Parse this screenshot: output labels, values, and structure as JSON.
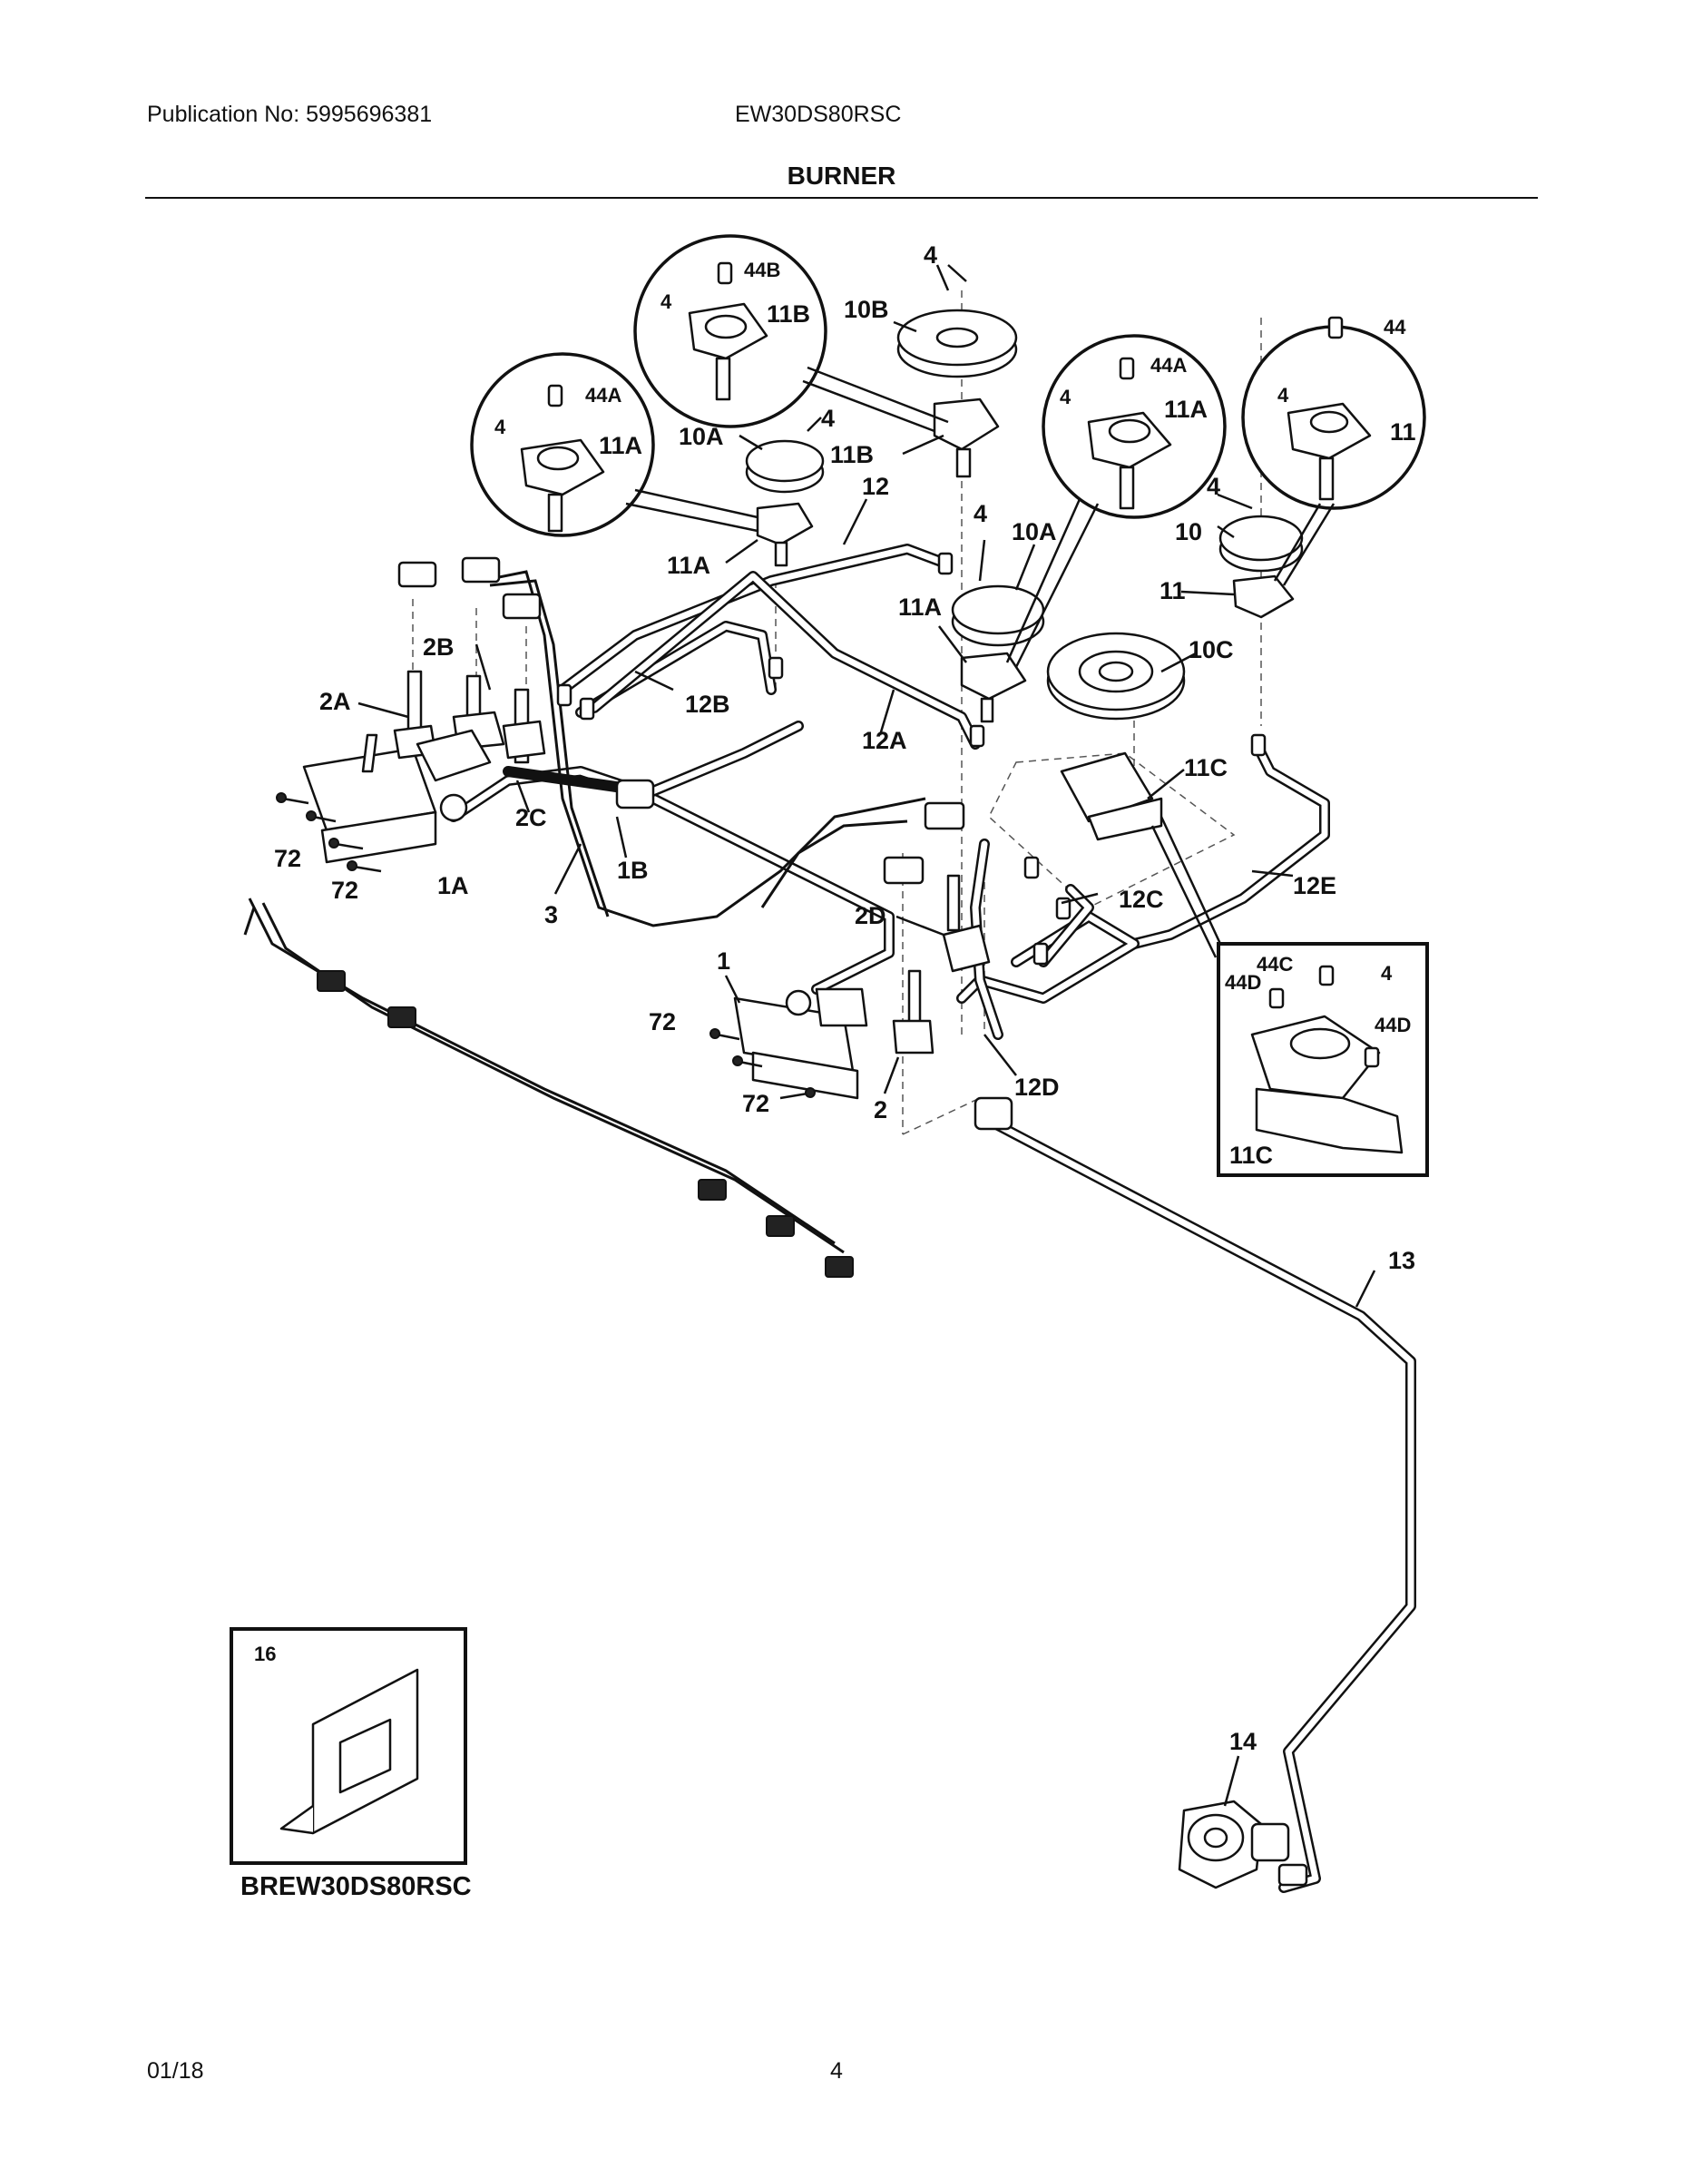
{
  "header": {
    "publication": "Publication No: 5995696381",
    "model": "EW30DS80RSC"
  },
  "page_title": "BURNER",
  "footer": {
    "date": "01/18",
    "page": "4"
  },
  "inset_variant": {
    "part_number": "16",
    "model": "BREW30DS80RSC"
  },
  "callouts": {
    "c4_top": "4",
    "c44B": "44B",
    "c4_b": "4",
    "c11B_circle": "11B",
    "c10B": "10B",
    "c44A_left": "44A",
    "c4_left": "4",
    "c11A_left": "11A",
    "c4_mid": "4",
    "c10A_left": "10A",
    "c11B": "11B",
    "c12": "12",
    "c11A_mid": "11A",
    "c4_mid2": "4",
    "c10A_right": "10A",
    "c44A_right": "44A",
    "c4_right": "4",
    "c11A_circle_right": "11A",
    "c44": "44",
    "c4_far": "4",
    "c11_circle": "11",
    "c4_far2": "4",
    "c10": "10",
    "c11": "11",
    "c11A_right": "11A",
    "c10C": "10C",
    "c2B": "2B",
    "c2A": "2A",
    "c12B": "12B",
    "c12A": "12A",
    "c11C": "11C",
    "c72_a": "72",
    "c72_b": "72",
    "c2C": "2C",
    "c1A": "1A",
    "c1B": "1B",
    "c3": "3",
    "c12E": "12E",
    "c2D": "2D",
    "c12C": "12C",
    "c44C": "44C",
    "c44D_a": "44D",
    "c4_box": "4",
    "c44D_b": "44D",
    "c11C_box": "11C",
    "c1": "1",
    "c72_c": "72",
    "c72_d": "72",
    "c2": "2",
    "c12D": "12D",
    "c13": "13",
    "c14": "14"
  }
}
